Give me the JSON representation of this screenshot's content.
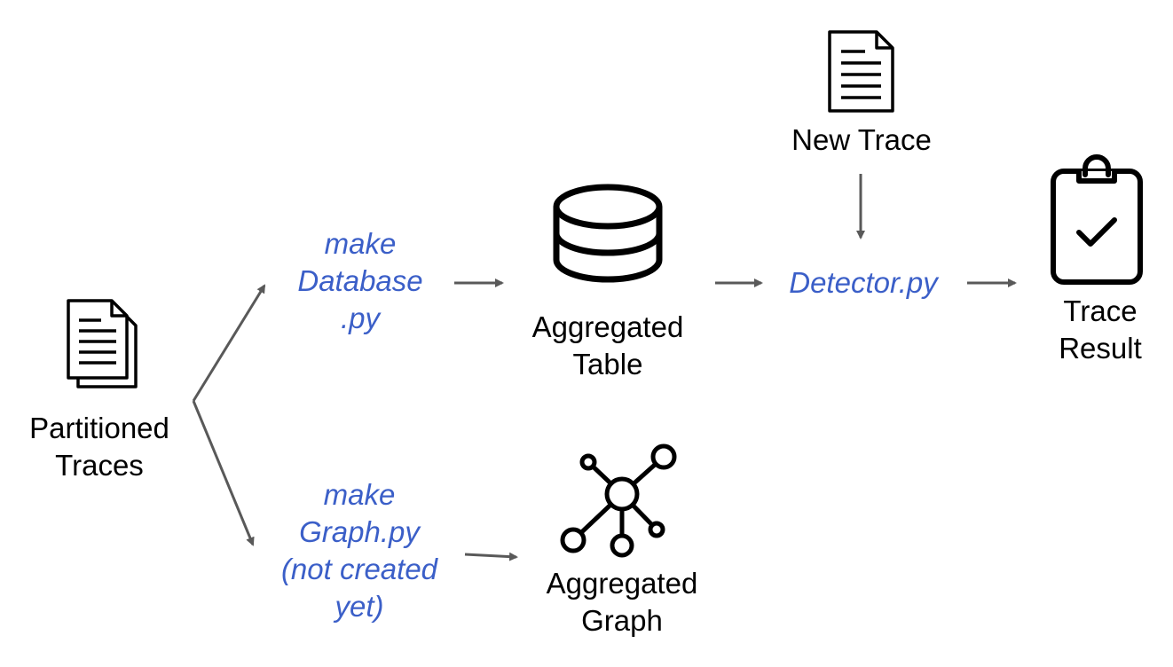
{
  "nodes": {
    "partitioned_traces": {
      "lines": [
        "Partitioned",
        "Traces"
      ],
      "icon": "documents-icon"
    },
    "make_database": {
      "lines": [
        "make",
        "Database",
        ".py"
      ]
    },
    "aggregated_table": {
      "lines": [
        "Aggregated",
        "Table"
      ],
      "icon": "database-icon"
    },
    "detector": {
      "lines": [
        "Detector.py"
      ]
    },
    "new_trace": {
      "lines": [
        "New Trace"
      ],
      "icon": "document-icon"
    },
    "trace_result": {
      "lines": [
        "Trace",
        "Result"
      ],
      "icon": "clipboard-check-icon"
    },
    "make_graph": {
      "lines": [
        "make",
        "Graph.py",
        "(not created",
        "yet)"
      ]
    },
    "aggregated_graph": {
      "lines": [
        "Aggregated",
        "Graph"
      ],
      "icon": "graph-network-icon"
    }
  },
  "colors": {
    "script_text": "#3b5fc8",
    "arrow": "#595959",
    "icon_stroke": "#000000"
  }
}
